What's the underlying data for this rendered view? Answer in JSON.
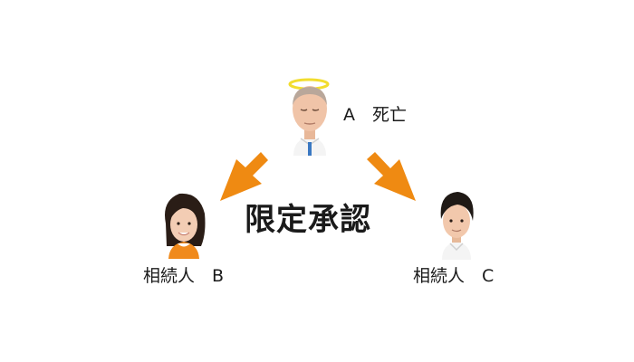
{
  "title": "限定承認",
  "persons": {
    "a": {
      "label": "A　死亡"
    },
    "b": {
      "label": "相続人　B"
    },
    "c": {
      "label": "相続人　C"
    }
  },
  "colors": {
    "arrow": "#ef8a12",
    "halo": "#f2dd2e",
    "text": "#1a1a1a",
    "skin": "#f3cdb4",
    "hair_dark": "#2a1d16",
    "shirt_white": "#f4f4f4",
    "tie_blue": "#3a78c2",
    "top_orange": "#f08a1c"
  }
}
